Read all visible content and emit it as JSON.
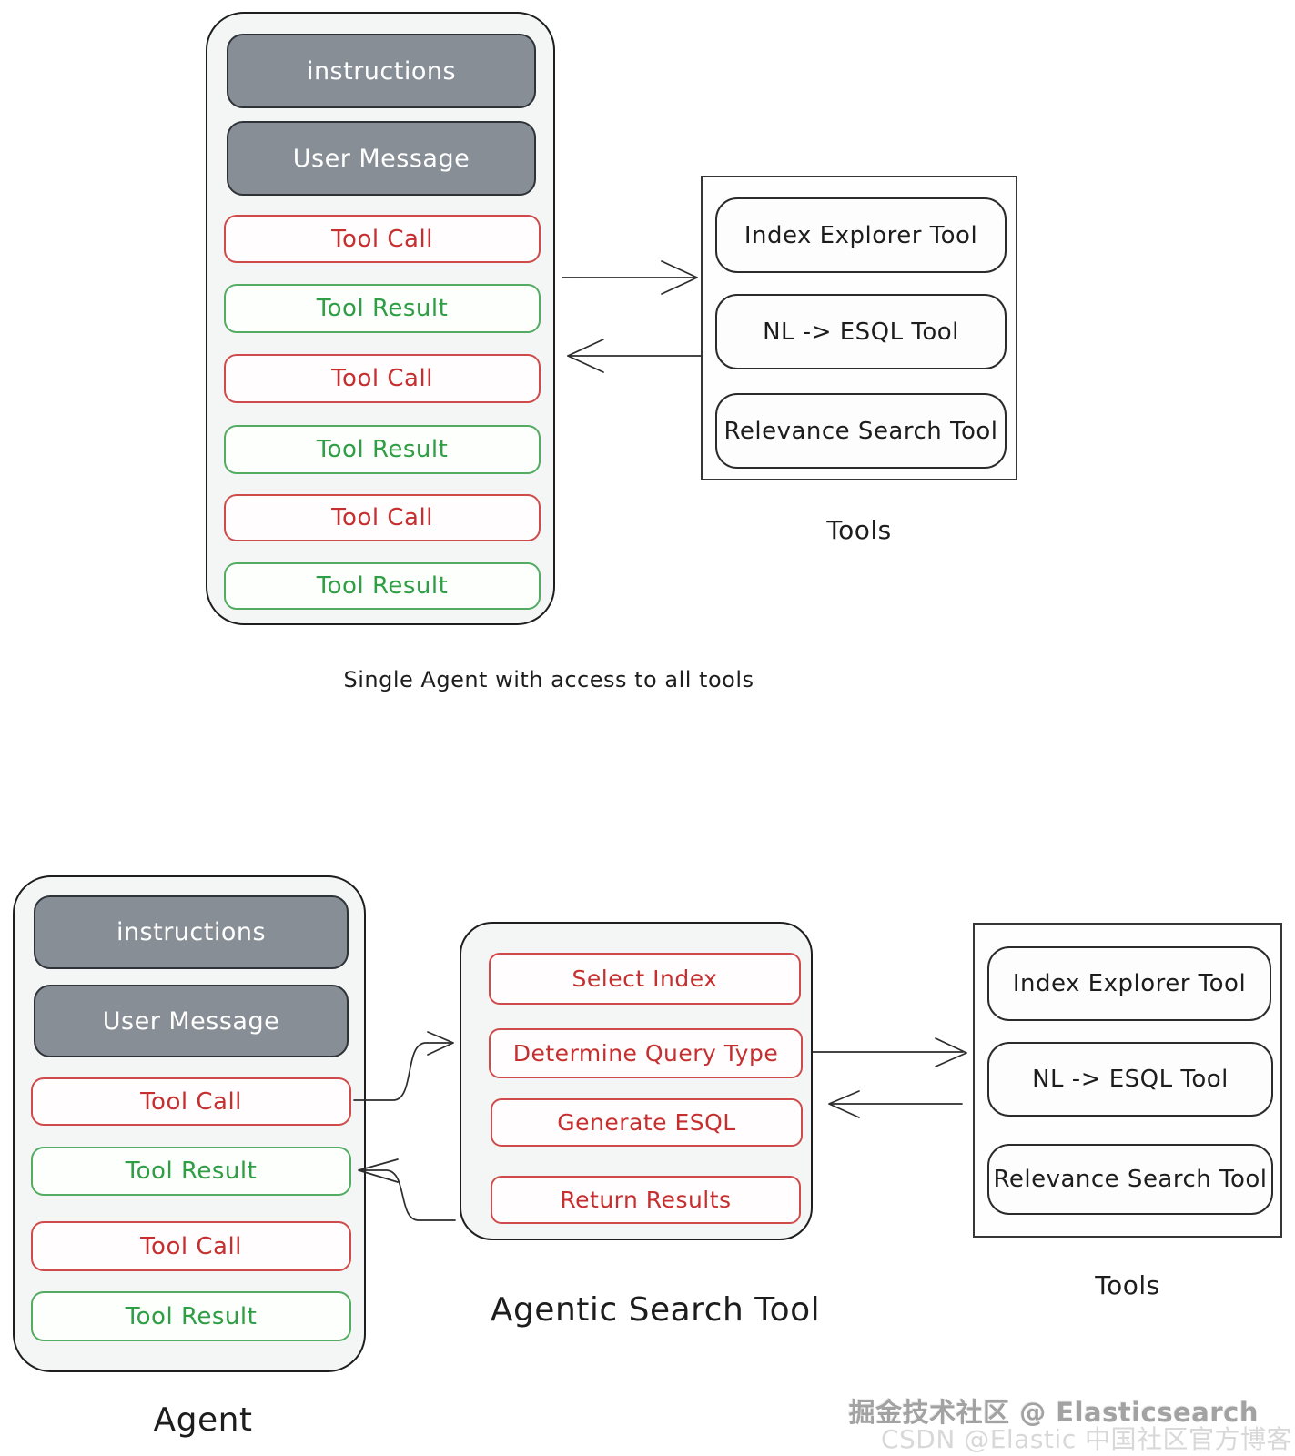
{
  "top": {
    "agent": {
      "messages": [
        {
          "label": "instructions",
          "type": "system"
        },
        {
          "label": "User Message",
          "type": "system"
        },
        {
          "label": "Tool Call",
          "type": "tool-call"
        },
        {
          "label": "Tool Result",
          "type": "tool-result"
        },
        {
          "label": "Tool Call",
          "type": "tool-call"
        },
        {
          "label": "Tool Result",
          "type": "tool-result"
        },
        {
          "label": "Tool Call",
          "type": "tool-call"
        },
        {
          "label": "Tool Result",
          "type": "tool-result"
        }
      ]
    },
    "tools": {
      "items": [
        "Index Explorer Tool",
        "NL -> ESQL Tool",
        "Relevance Search Tool"
      ],
      "label": "Tools"
    },
    "caption": "Single Agent with access to all tools"
  },
  "bottom": {
    "agent": {
      "messages": [
        {
          "label": "instructions",
          "type": "system"
        },
        {
          "label": "User Message",
          "type": "system"
        },
        {
          "label": "Tool Call",
          "type": "tool-call"
        },
        {
          "label": "Tool Result",
          "type": "tool-result"
        },
        {
          "label": "Tool Call",
          "type": "tool-call"
        },
        {
          "label": "Tool Result",
          "type": "tool-result"
        }
      ],
      "caption": "Agent"
    },
    "agentic_tool": {
      "steps": [
        "Select Index",
        "Determine Query Type",
        "Generate ESQL",
        "Return Results"
      ],
      "caption": "Agentic Search Tool"
    },
    "tools": {
      "items": [
        "Index Explorer Tool",
        "NL -> ESQL Tool",
        "Relevance Search Tool"
      ],
      "label": "Tools"
    }
  },
  "watermark": {
    "line1": "掘金技术社区 @ Elasticsearch",
    "line2": "CSDN @Elastic 中国社区官方博客"
  },
  "colors": {
    "tool_call_red": "#c62f2f",
    "tool_result_green": "#2f9e44",
    "system_gray": "#878e95",
    "stroke_black": "#2d2d2d",
    "frame_fill": "#f4f6f5"
  }
}
